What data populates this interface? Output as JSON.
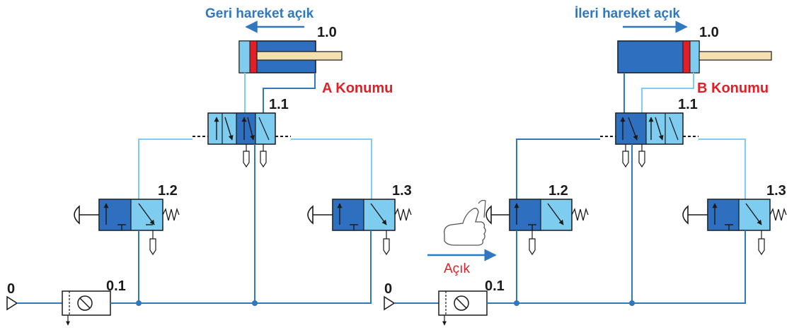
{
  "left": {
    "caption": "Geri hareket açık",
    "position_label": "A Konumu",
    "cylinder_label": "1.0",
    "main_valve_label": "1.1",
    "valve_left_label": "1.2",
    "valve_right_label": "1.3",
    "fru_label": "0.1",
    "source_label": "0"
  },
  "right": {
    "caption": "İleri hareket açık",
    "position_label": "B Konumu",
    "cylinder_label": "1.0",
    "main_valve_label": "1.1",
    "valve_left_label": "1.2",
    "valve_right_label": "1.3",
    "fru_label": "0.1",
    "source_label": "0",
    "open_label": "Açık"
  },
  "colors": {
    "dark_blue": "#2f6fc0",
    "light_blue": "#7ecdf0",
    "red": "#e21f26",
    "rod": "#f4dfae",
    "line": "#2f78c0"
  },
  "icons": [
    "hand-thumbs-up-icon",
    "pushbutton-icon",
    "spring-icon",
    "exhaust-icon",
    "pressure-source-icon",
    "filter-regulator-icon"
  ]
}
